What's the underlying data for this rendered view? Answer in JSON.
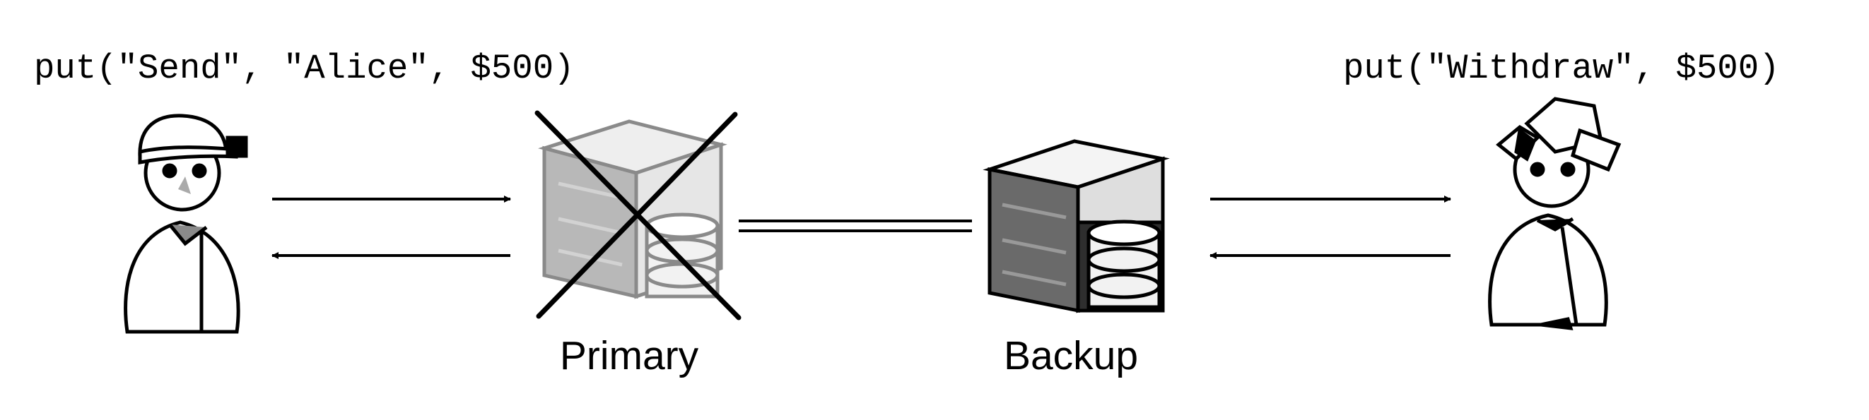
{
  "left_call": "put(\"Send\", \"Alice\", $500)",
  "right_call": "put(\"Withdraw\", $500)",
  "primary_label": "Primary",
  "backup_label": "Backup",
  "icons": {
    "left_client": "person-icon",
    "right_client": "person-icon",
    "primary": "server-database-icon",
    "backup": "server-database-icon",
    "failure_mark": "cross-icon"
  },
  "colors": {
    "ink": "#000000",
    "primary_tower": "#b8b8b8",
    "backup_tower": "#6a6a6a",
    "disk": "#f2f2f2"
  }
}
